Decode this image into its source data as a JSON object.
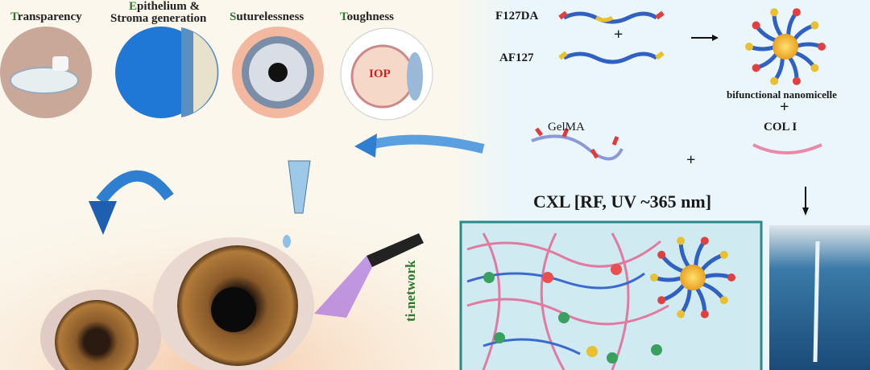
{
  "properties": [
    {
      "initial": "T",
      "rest": "ransparency"
    },
    {
      "initial": "E",
      "rest": "pithelium &",
      "line2": "Stroma generation"
    },
    {
      "initial": "S",
      "rest": "uturelessness"
    },
    {
      "initial": "T",
      "rest": "oughness"
    }
  ],
  "iop_label": "IOP",
  "synthesis": {
    "f127da": "F127DA",
    "af127": "AF127",
    "plus": "+",
    "nanomicelle": "bifunctional nanomicelle",
    "col": "COL I",
    "gelma": "GelMA",
    "cxl": "CXL [RF, UV ~365 nm]"
  },
  "network_label": "ti-network",
  "colors": {
    "left_bg": "#fbf7ec",
    "right_bg": "#eaf6fb",
    "accent_green": "#2a7a2a",
    "arrow_blue": "#2f7fd0",
    "box_border": "#2a8a8a",
    "box_fill": "#cfeaf0"
  }
}
